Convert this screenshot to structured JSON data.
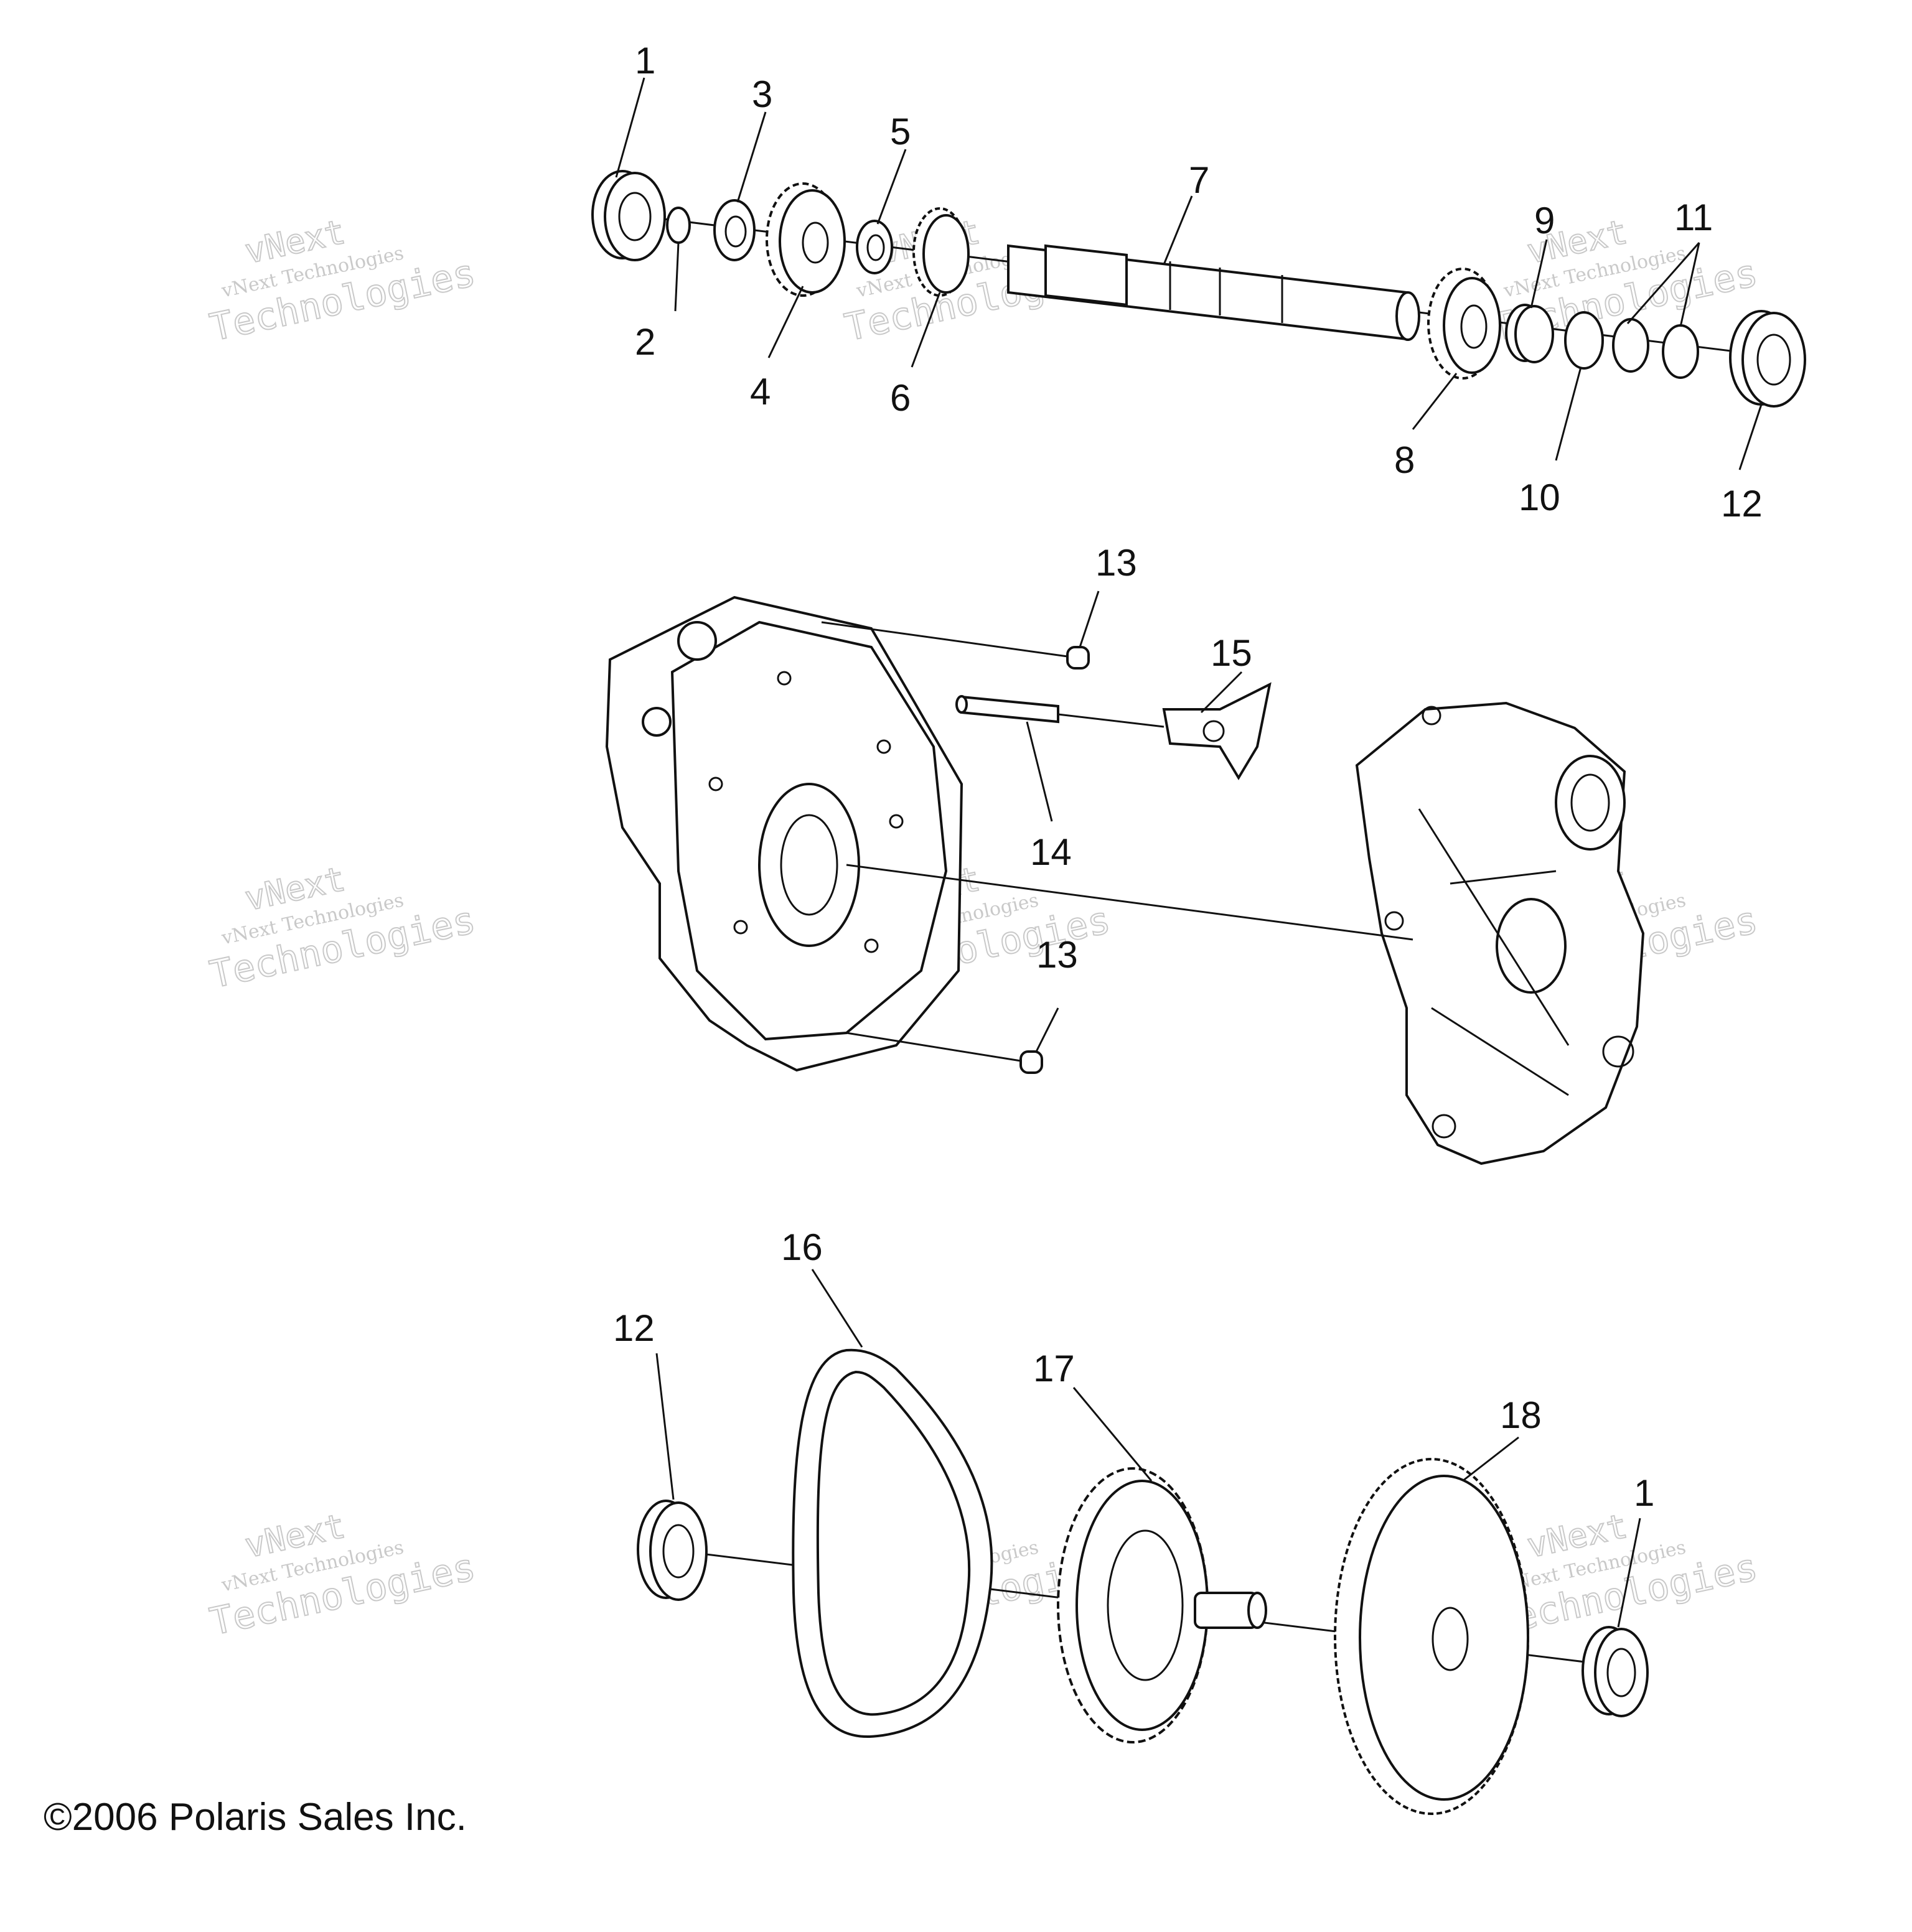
{
  "callouts": [
    {
      "id": "c1a",
      "text": "1"
    },
    {
      "id": "c2",
      "text": "2"
    },
    {
      "id": "c3",
      "text": "3"
    },
    {
      "id": "c4",
      "text": "4"
    },
    {
      "id": "c5",
      "text": "5"
    },
    {
      "id": "c6",
      "text": "6"
    },
    {
      "id": "c7",
      "text": "7"
    },
    {
      "id": "c8",
      "text": "8"
    },
    {
      "id": "c9",
      "text": "9"
    },
    {
      "id": "c10",
      "text": "10"
    },
    {
      "id": "c11",
      "text": "11"
    },
    {
      "id": "c12a",
      "text": "12"
    },
    {
      "id": "c13a",
      "text": "13"
    },
    {
      "id": "c14",
      "text": "14"
    },
    {
      "id": "c15",
      "text": "15"
    },
    {
      "id": "c13b",
      "text": "13"
    },
    {
      "id": "c16",
      "text": "16"
    },
    {
      "id": "c12b",
      "text": "12"
    },
    {
      "id": "c17",
      "text": "17"
    },
    {
      "id": "c18",
      "text": "18"
    },
    {
      "id": "c1b",
      "text": "1"
    }
  ],
  "watermark": {
    "line1": "vNext",
    "line2": "vNext Technologies",
    "line3": "Technologies"
  },
  "copyright": "©2006 Polaris Sales Inc."
}
